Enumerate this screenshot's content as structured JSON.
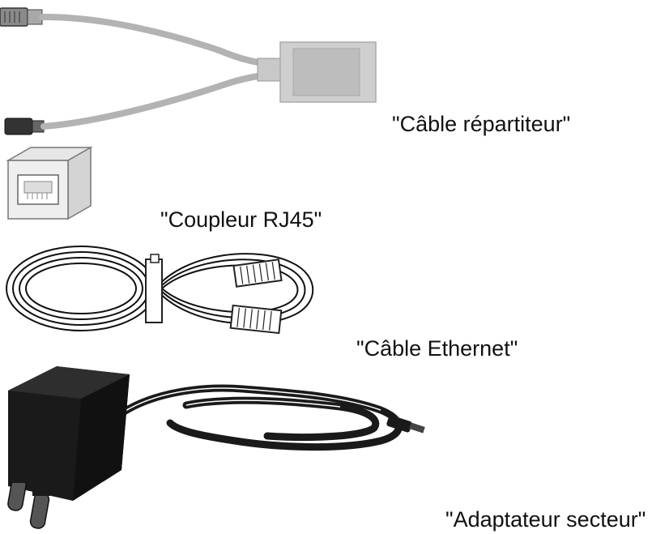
{
  "items": {
    "splitter_cable": {
      "label": "\"Câble répartiteur\""
    },
    "rj45_coupler": {
      "label": "\"Coupleur RJ45\""
    },
    "ethernet_cable": {
      "label": "\"Câble Ethernet\""
    },
    "power_adapter": {
      "label": "\"Adaptateur secteur\""
    }
  },
  "colors": {
    "cable_grey": "#b3b3b3",
    "box_grey": "#cfcfcf",
    "outline": "#222222",
    "adapter_black": "#1a1a1a"
  }
}
